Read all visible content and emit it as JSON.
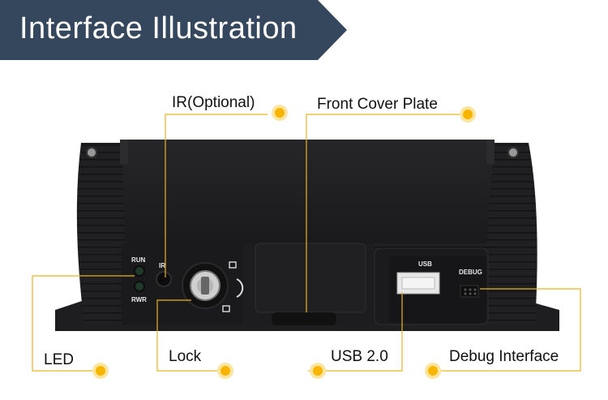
{
  "banner": {
    "title": "Interface Illustration"
  },
  "callouts": {
    "ir": "IR(Optional)",
    "front_cover": "Front Cover Plate",
    "led": "LED",
    "lock": "Lock",
    "usb": "USB 2.0",
    "debug": "Debug Interface"
  },
  "device_labels": {
    "run": "RUN",
    "rwr": "RWR",
    "ir": "IR",
    "usb": "USB",
    "debug": "DEBUG"
  },
  "colors": {
    "banner": "#34475c",
    "leader_line": "#e9b422",
    "dot": "#f7b500",
    "device_body": "#1c1c1e"
  }
}
